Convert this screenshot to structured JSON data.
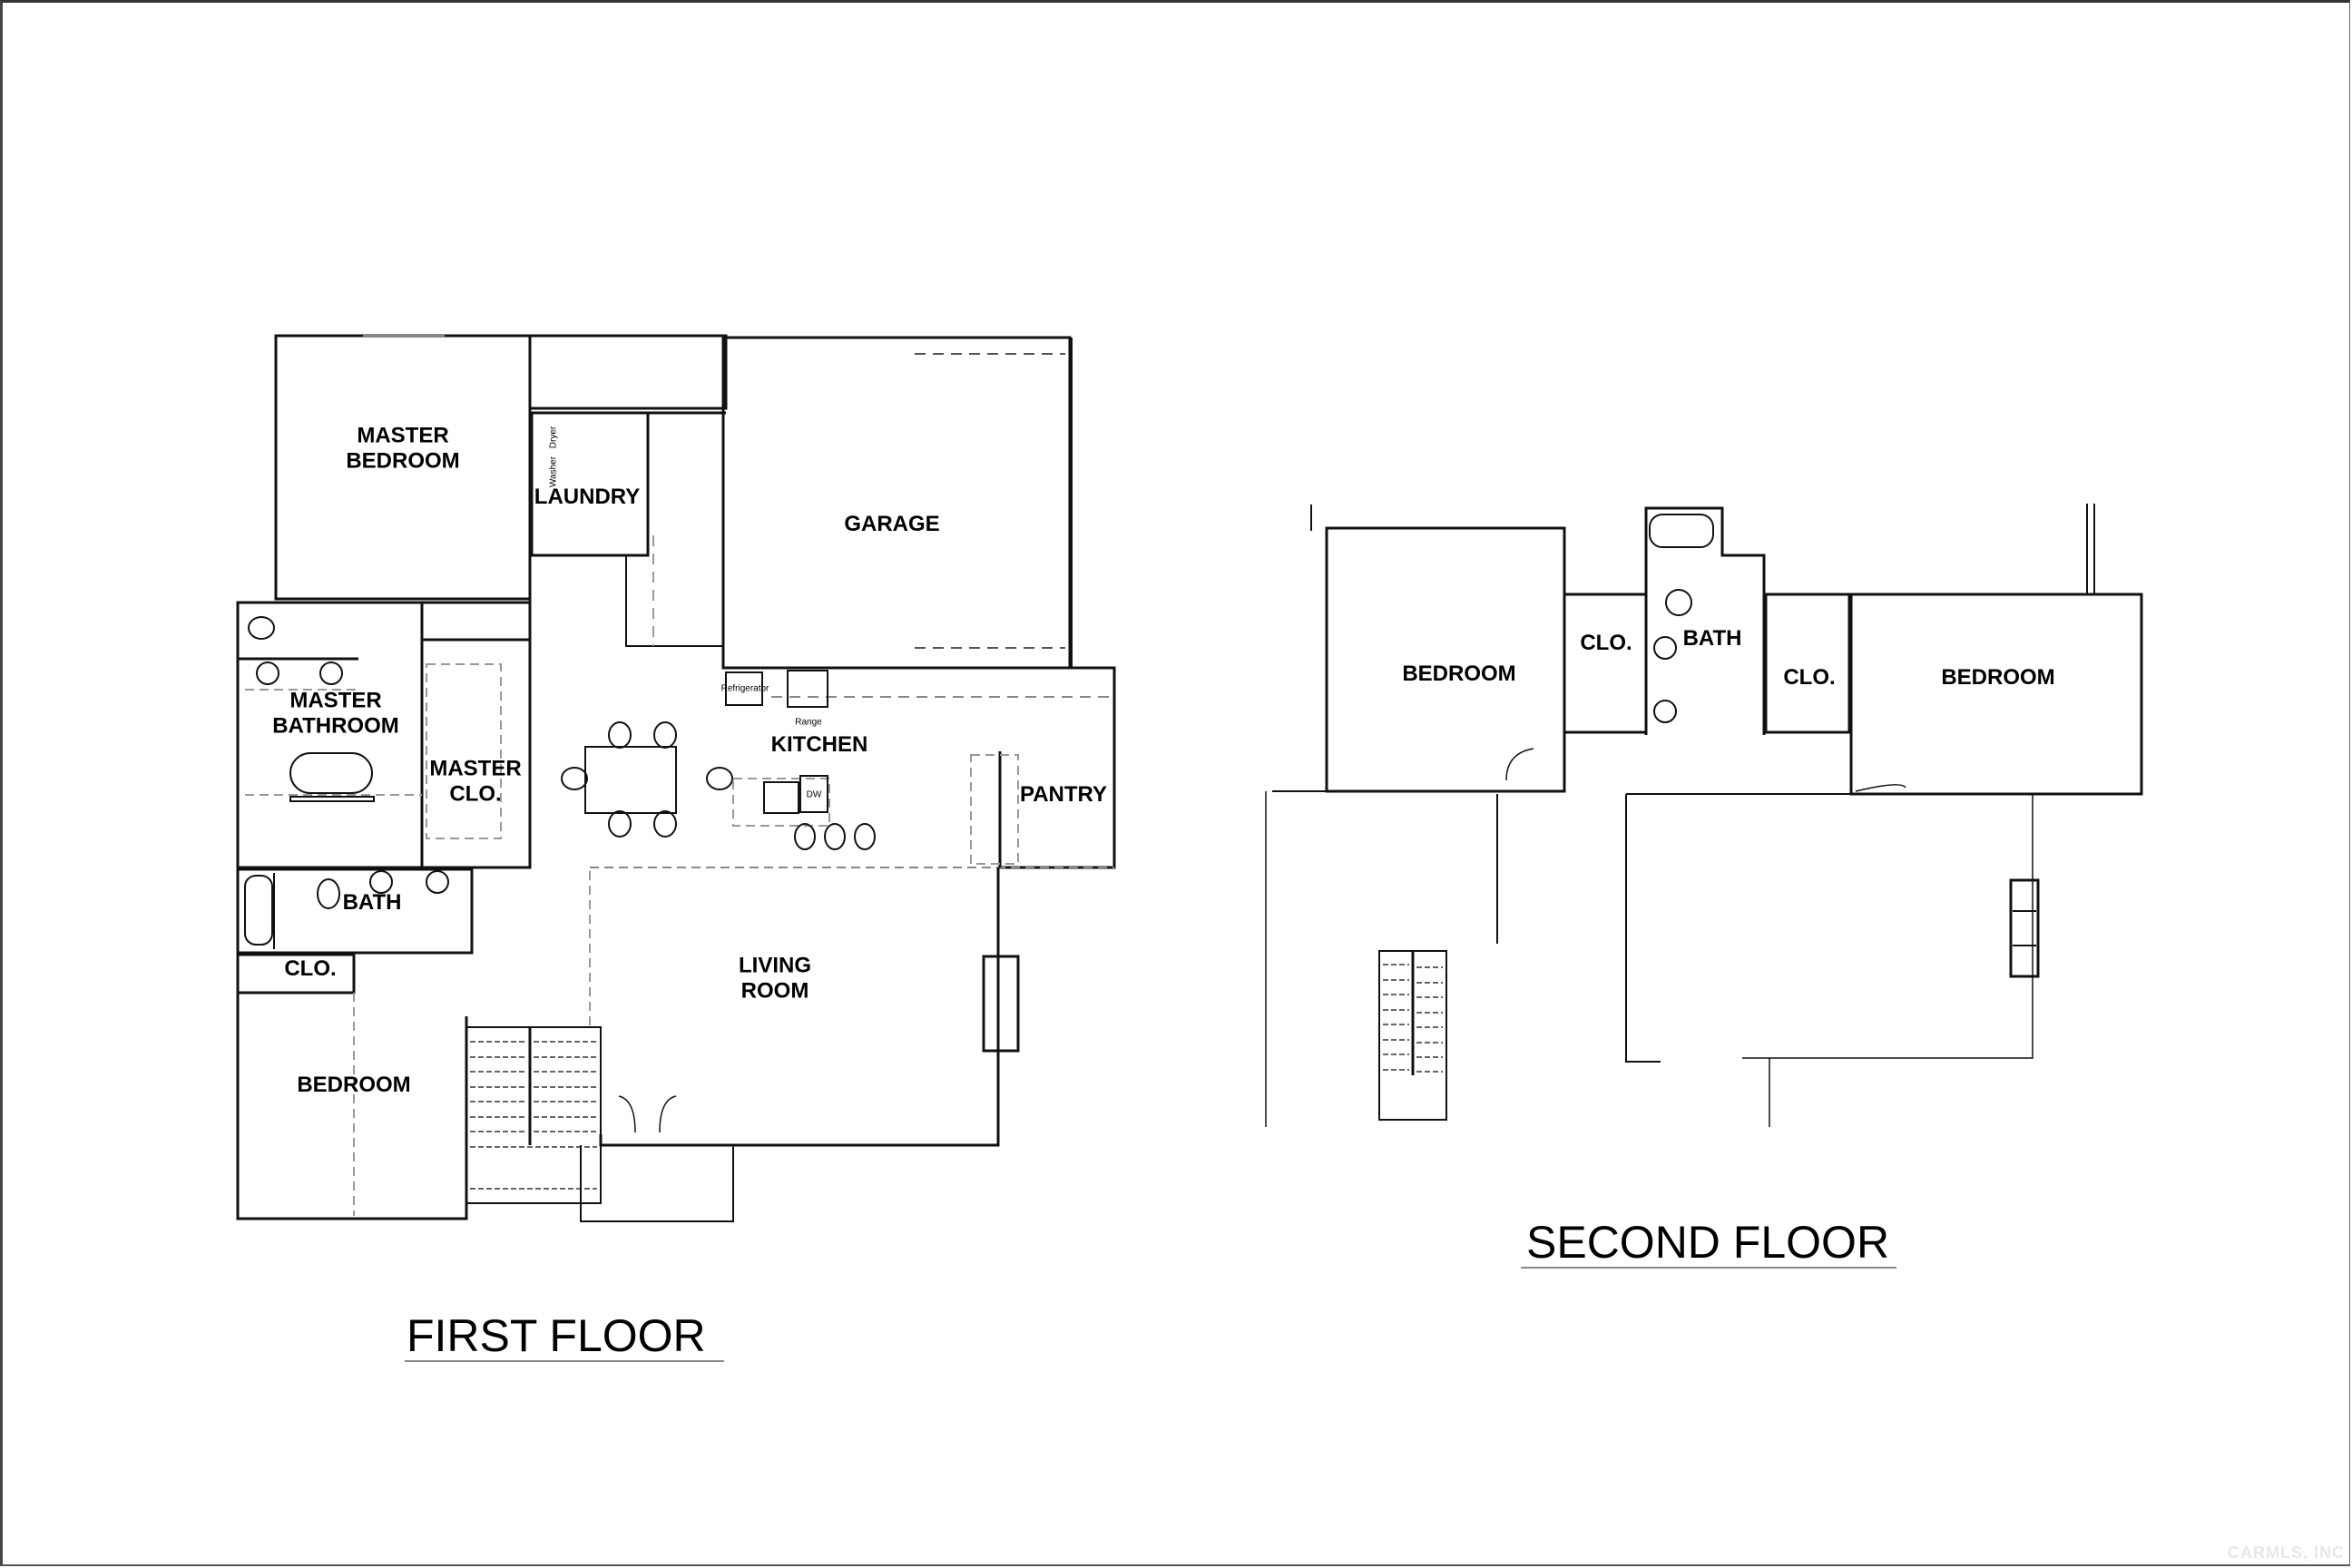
{
  "document": {
    "type": "floor plan",
    "floors": [
      {
        "title": "FIRST FLOOR",
        "rooms": [
          {
            "name": "MASTER BEDROOM",
            "label_lines": [
              "MASTER",
              "BEDROOM"
            ]
          },
          {
            "name": "LAUNDRY",
            "label_lines": [
              "LAUNDRY"
            ]
          },
          {
            "name": "GARAGE",
            "label_lines": [
              "GARAGE"
            ]
          },
          {
            "name": "MASTER BATHROOM",
            "label_lines": [
              "MASTER",
              "BATHROOM"
            ]
          },
          {
            "name": "MASTER CLO.",
            "label_lines": [
              "MASTER",
              "CLO."
            ]
          },
          {
            "name": "KITCHEN",
            "label_lines": [
              "KITCHEN"
            ]
          },
          {
            "name": "PANTRY",
            "label_lines": [
              "PANTRY"
            ]
          },
          {
            "name": "BATH",
            "label_lines": [
              "BATH"
            ]
          },
          {
            "name": "CLO.",
            "label_lines": [
              "CLO."
            ]
          },
          {
            "name": "BEDROOM",
            "label_lines": [
              "BEDROOM"
            ]
          },
          {
            "name": "LIVING ROOM",
            "label_lines": [
              "LIVING",
              "ROOM"
            ]
          }
        ],
        "fixtures": {
          "dryer": "Dryer",
          "washer": "Washer",
          "refrigerator": "Refrigerator",
          "range": "Range",
          "dishwasher": "DW"
        }
      },
      {
        "title": "SECOND FLOOR",
        "rooms": [
          {
            "name": "BEDROOM",
            "label_lines": [
              "BEDROOM"
            ]
          },
          {
            "name": "CLO.",
            "label_lines": [
              "CLO."
            ]
          },
          {
            "name": "BATH",
            "label_lines": [
              "BATH"
            ]
          },
          {
            "name": "CLO.",
            "label_lines": [
              "CLO."
            ]
          },
          {
            "name": "BEDROOM",
            "label_lines": [
              "BEDROOM"
            ]
          }
        ]
      }
    ],
    "watermark": "CARMLS, INC"
  },
  "labels": {
    "f1_master_bedroom_1": "MASTER",
    "f1_master_bedroom_2": "BEDROOM",
    "f1_laundry": "LAUNDRY",
    "f1_garage": "GARAGE",
    "f1_master_bath_1": "MASTER",
    "f1_master_bath_2": "BATHROOM",
    "f1_master_clo_1": "MASTER",
    "f1_master_clo_2": "CLO.",
    "f1_kitchen": "KITCHEN",
    "f1_pantry": "PANTRY",
    "f1_bath": "BATH",
    "f1_clo": "CLO.",
    "f1_bedroom": "BEDROOM",
    "f1_living_1": "LIVING",
    "f1_living_2": "ROOM",
    "f1_dryer": "Dryer",
    "f1_washer": "Washer",
    "f1_refrigerator": "Refrigerator",
    "f1_range": "Range",
    "f1_dw": "DW",
    "f2_bedroom_left": "BEDROOM",
    "f2_clo_left": "CLO.",
    "f2_bath": "BATH",
    "f2_clo_right": "CLO.",
    "f2_bedroom_right": "BEDROOM",
    "first_floor_title": "FIRST FLOOR",
    "second_floor_title": "SECOND FLOOR",
    "watermark": "CARMLS, INC"
  }
}
